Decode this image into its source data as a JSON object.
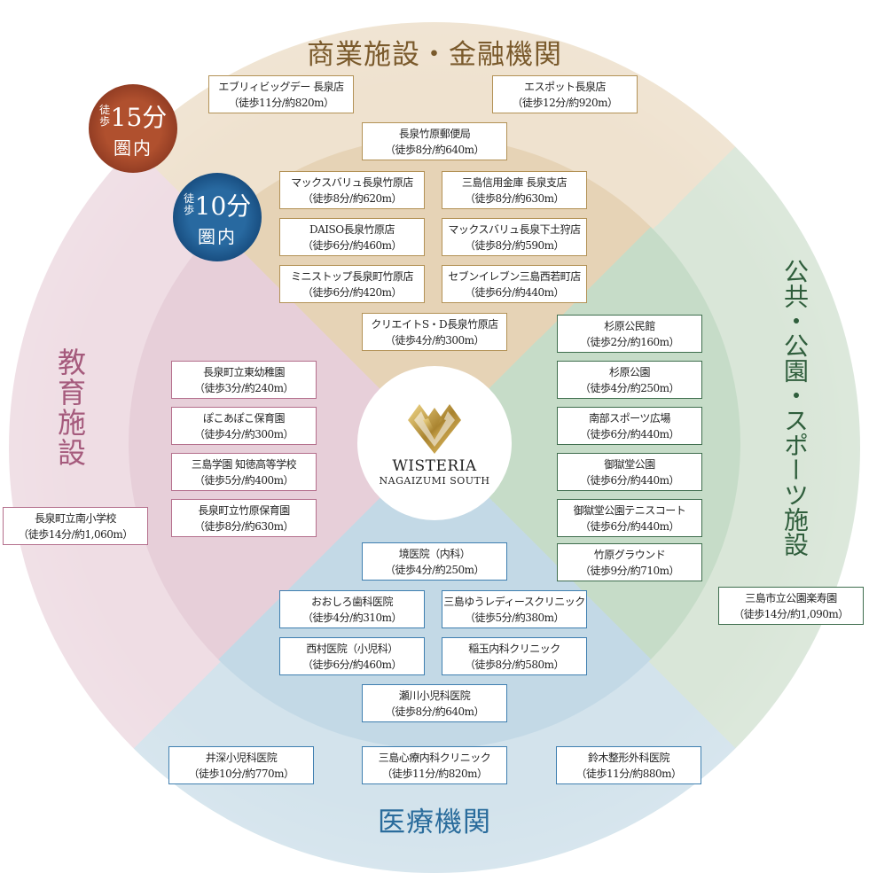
{
  "titles": {
    "commercial": "商業施設・金融機関",
    "public": "公共・公園・スポーツ施設",
    "education": "教育施設",
    "medical": "医療機関"
  },
  "badges": {
    "walk15": {
      "small": "徒歩",
      "big": "15分",
      "low": "圏内"
    },
    "walk10": {
      "small": "徒歩",
      "big": "10分",
      "low": "圏内"
    }
  },
  "logo": {
    "name": "WISTERIA",
    "sub": "NAGAIZUMI SOUTH"
  },
  "commercial": [
    {
      "name": "エブリィビッグデー 長泉店",
      "dist": "（徒歩11分/約820m）"
    },
    {
      "name": "エスポット長泉店",
      "dist": "（徒歩12分/約920m）"
    },
    {
      "name": "長泉竹原郵便局",
      "dist": "（徒歩8分/約640m）"
    },
    {
      "name": "マックスバリュ長泉竹原店",
      "dist": "（徒歩8分/約620m）"
    },
    {
      "name": "三島信用金庫 長泉支店",
      "dist": "（徒歩8分/約630m）"
    },
    {
      "name": "DAISO長泉竹原店",
      "dist": "（徒歩6分/約460m）"
    },
    {
      "name": "マックスバリュ長泉下土狩店",
      "dist": "（徒歩8分/約590m）"
    },
    {
      "name": "ミニストップ長泉町竹原店",
      "dist": "（徒歩6分/約420m）"
    },
    {
      "name": "セブンイレブン三島西若町店",
      "dist": "（徒歩6分/約440m）"
    },
    {
      "name": "クリエイトS・D長泉竹原店",
      "dist": "（徒歩4分/約300m）"
    }
  ],
  "public": [
    {
      "name": "杉原公民館",
      "dist": "（徒歩2分/約160m）"
    },
    {
      "name": "杉原公園",
      "dist": "（徒歩4分/約250m）"
    },
    {
      "name": "南部スポーツ広場",
      "dist": "（徒歩6分/約440m）"
    },
    {
      "name": "御獄堂公園",
      "dist": "（徒歩6分/約440m）"
    },
    {
      "name": "御獄堂公園テニスコート",
      "dist": "（徒歩6分/約440m）"
    },
    {
      "name": "竹原グラウンド",
      "dist": "（徒歩9分/約710m）"
    },
    {
      "name": "三島市立公園楽寿園",
      "dist": "（徒歩14分/約1,090m）"
    }
  ],
  "education": [
    {
      "name": "長泉町立東幼稚園",
      "dist": "（徒歩3分/約240m）"
    },
    {
      "name": "ぽこあぽこ保育園",
      "dist": "（徒歩4分/約300m）"
    },
    {
      "name": "三島学園 知徳高等学校",
      "dist": "（徒歩5分/約400m）"
    },
    {
      "name": "長泉町立竹原保育園",
      "dist": "（徒歩8分/約630m）"
    },
    {
      "name": "長泉町立南小学校",
      "dist": "（徒歩14分/約1,060m）"
    }
  ],
  "medical": [
    {
      "name": "境医院（内科）",
      "dist": "（徒歩4分/約250m）"
    },
    {
      "name": "おおしろ歯科医院",
      "dist": "（徒歩4分/約310m）"
    },
    {
      "name": "三島ゆうレディースクリニック",
      "dist": "（徒歩5分/約380m）"
    },
    {
      "name": "西村医院（小児科）",
      "dist": "（徒歩6分/約460m）"
    },
    {
      "name": "稲玉内科クリニック",
      "dist": "（徒歩8分/約580m）"
    },
    {
      "name": "瀬川小児科医院",
      "dist": "（徒歩8分/約640m）"
    },
    {
      "name": "井深小児科医院",
      "dist": "（徒歩10分/約770m）"
    },
    {
      "name": "三島心療内科クリニック",
      "dist": "（徒歩11分/約820m）"
    },
    {
      "name": "鈴木整形外科医院",
      "dist": "（徒歩11分/約880m）"
    }
  ],
  "colors": {
    "commercial": "#7a5a2c",
    "public": "#2f5e3c",
    "education": "#a55a7c",
    "medical": "#2a6c9c",
    "badge15": "#9a4328",
    "badge10": "#1d5a8e"
  }
}
